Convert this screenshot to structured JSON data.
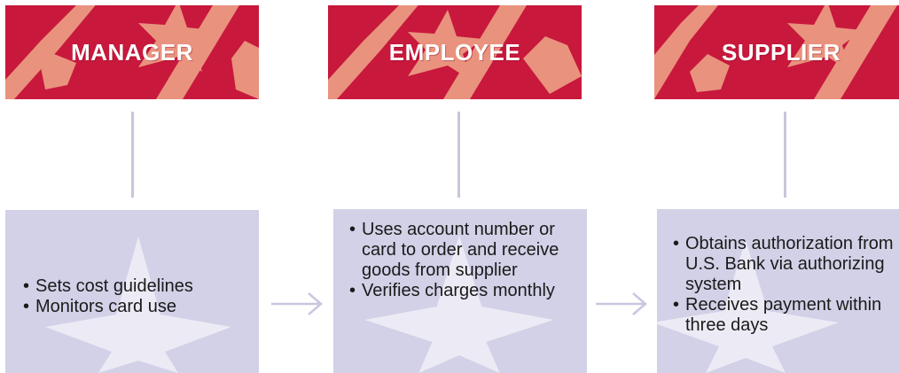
{
  "colors": {
    "header_red": "#c8183c",
    "star_salmon": "#e9927e",
    "box_lavender": "#d2d1e7",
    "connector": "#c8c5dc"
  },
  "columns": [
    {
      "title": "MANAGER",
      "bullets": [
        "Sets cost guidelines",
        "Monitors card use"
      ]
    },
    {
      "title": "EMPLOYEE",
      "bullets": [
        "Uses account number or card to order and receive goods from supplier",
        "Verifies charges monthly"
      ]
    },
    {
      "title": "SUPPLIER",
      "bullets": [
        "Obtains authorization from U.S. Bank via authorizing system",
        "Receives payment within three days"
      ]
    }
  ],
  "bullet_glyph": "•",
  "icons": {
    "header_star": "star-pattern",
    "box_star": "star-watermark",
    "arrow": "arrow-right-icon"
  }
}
